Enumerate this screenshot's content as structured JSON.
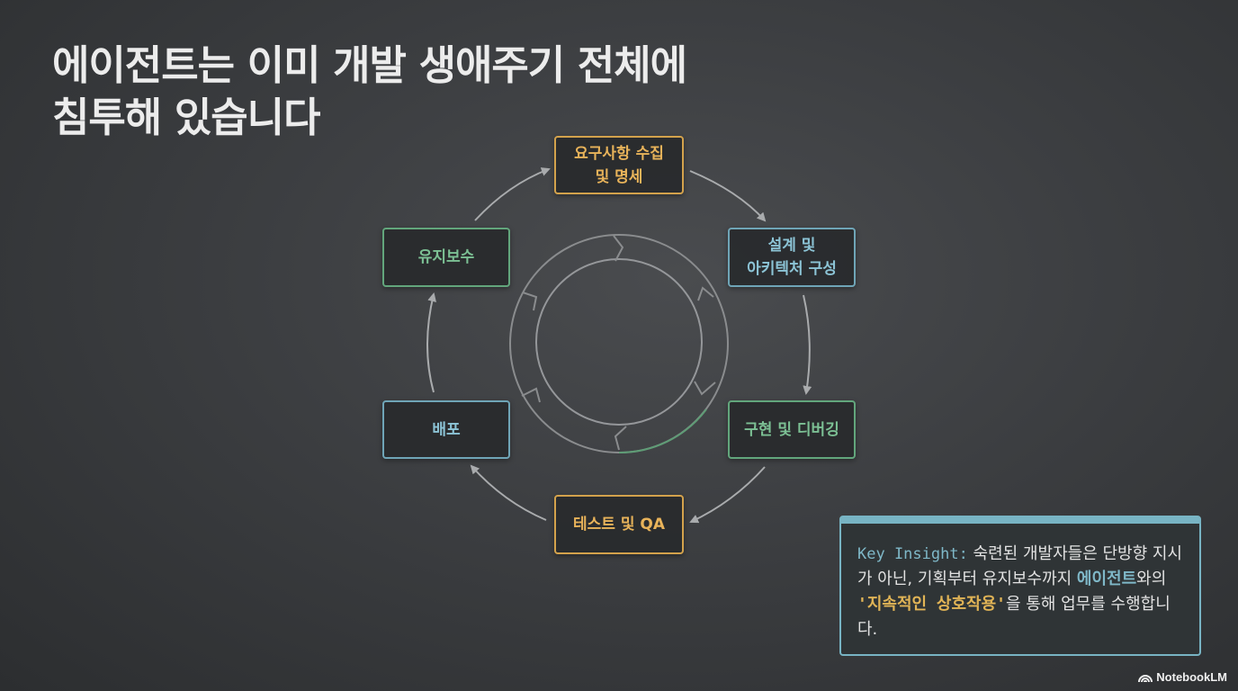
{
  "title": {
    "line1": "에이전트는 이미 개발 생애주기 전체에",
    "line2": "침투해 있습니다"
  },
  "cycle": {
    "stages": [
      {
        "label": "요구사항 수집\n및 명세",
        "color": "#e8b35a"
      },
      {
        "label": "설계 및\n아키텍처 구성",
        "color": "#8cc4d6"
      },
      {
        "label": "구현 및 디버깅",
        "color": "#7cc094"
      },
      {
        "label": "테스트 및 QA",
        "color": "#e8b35a"
      },
      {
        "label": "배포",
        "color": "#8cc4d6"
      },
      {
        "label": "유지보수",
        "color": "#7cc094"
      }
    ]
  },
  "insight": {
    "key_label": "Key Insight:",
    "text_1": " 숙련된 개발자들은 단방향 지시가 아닌, 기획부터 유지보수까지 ",
    "highlight": "에이전트",
    "text_2": "와의 ",
    "quote": "'지속적인 상호작용'",
    "text_3": "을 통해 업무를 수행합니다.",
    "accent_color": "#78b4c4"
  },
  "brand": {
    "name": "NotebookLM",
    "icon": "notebooklm-logo-icon"
  }
}
